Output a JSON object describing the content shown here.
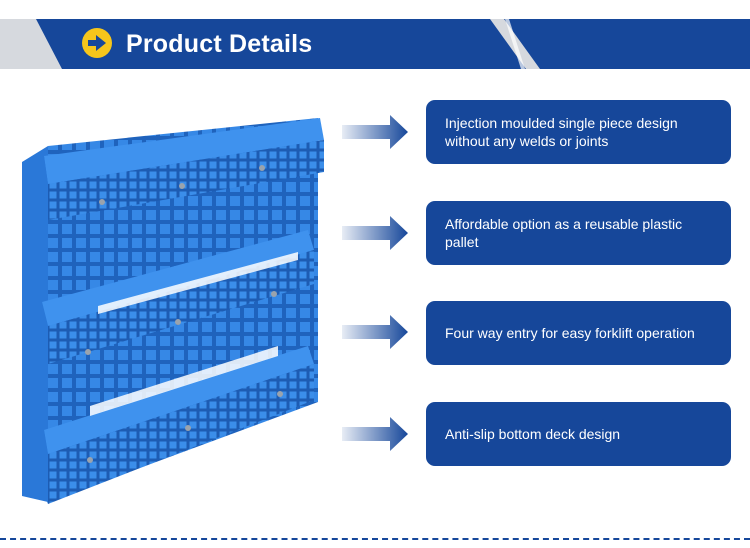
{
  "header": {
    "title": "Product Details",
    "icon": "arrow-right-circle-icon",
    "colors": {
      "bar": "#16479a",
      "icon": "#f6c61b",
      "accent_grey": "#d6d9de"
    }
  },
  "product": {
    "image": "blue-plastic-pallet",
    "color": "#2b7bd6"
  },
  "features": [
    {
      "text": "Injection moulded single piece design without any welds or joints"
    },
    {
      "text": "Affordable option as a reusable plastic pallet"
    },
    {
      "text": "Four way entry for easy forklift operation"
    },
    {
      "text": "Anti-slip bottom deck design"
    }
  ]
}
